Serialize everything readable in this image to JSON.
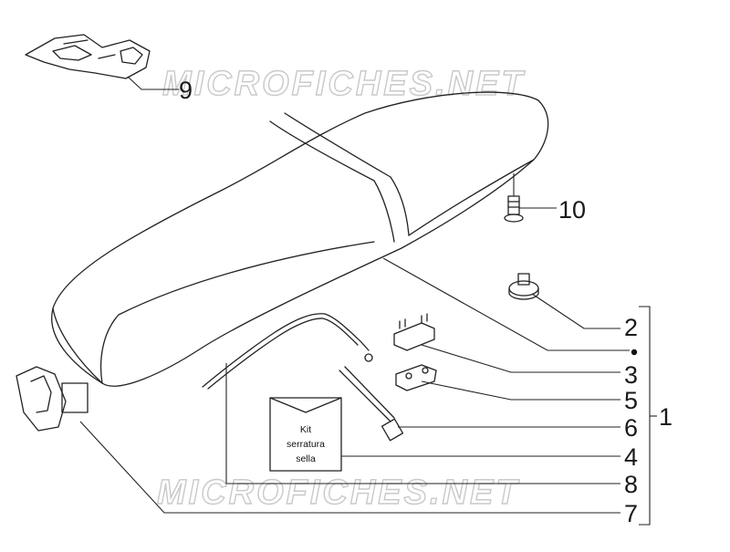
{
  "watermark": "MICROFICHES.NET",
  "kit_label": {
    "line1": "Kit",
    "line2": "serratura",
    "line3": "sella"
  },
  "callouts": {
    "c9": "9",
    "c10": "10",
    "c2": "2",
    "c3": "3",
    "c5": "5",
    "c6": "6",
    "c4": "4",
    "c8": "8",
    "c7": "7",
    "c1": "1"
  }
}
